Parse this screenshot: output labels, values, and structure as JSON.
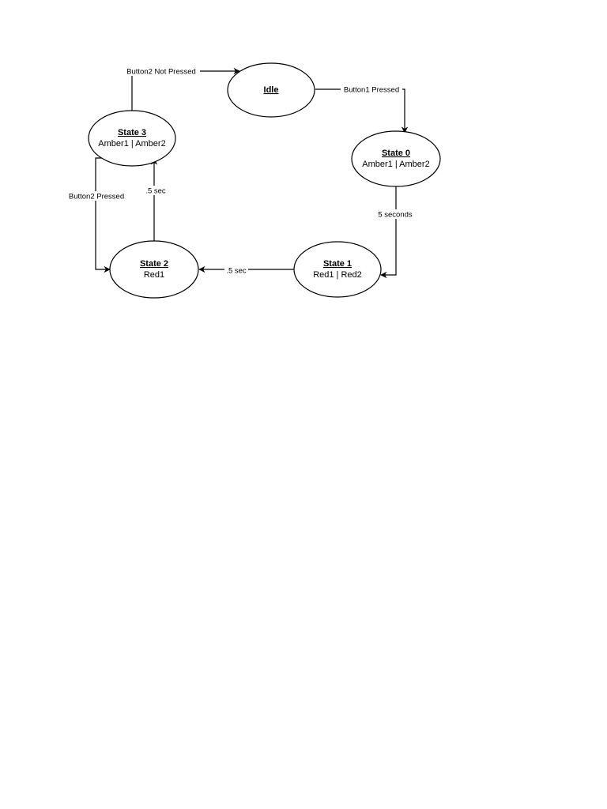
{
  "nodes": {
    "idle": {
      "name": "Idle",
      "detail": ""
    },
    "state0": {
      "name": "State 0",
      "detail": "Amber1 | Amber2"
    },
    "state1": {
      "name": "State 1",
      "detail": "Red1 | Red2"
    },
    "state2": {
      "name": "State 2",
      "detail": "Red1"
    },
    "state3": {
      "name": "State 3",
      "detail": "Amber1 | Amber2"
    }
  },
  "edges": {
    "idle_to_state0": {
      "label": "Button1 Pressed"
    },
    "state0_to_state1": {
      "label": "5 seconds"
    },
    "state1_to_state2": {
      "label": ".5 sec"
    },
    "state2_to_state3": {
      "label": ".5 sec"
    },
    "state3_to_state2": {
      "label": "Button2 Pressed"
    },
    "state3_to_idle": {
      "label": "Button2 Not Pressed"
    }
  },
  "colors": {
    "stroke": "#000000",
    "background": "#ffffff"
  }
}
